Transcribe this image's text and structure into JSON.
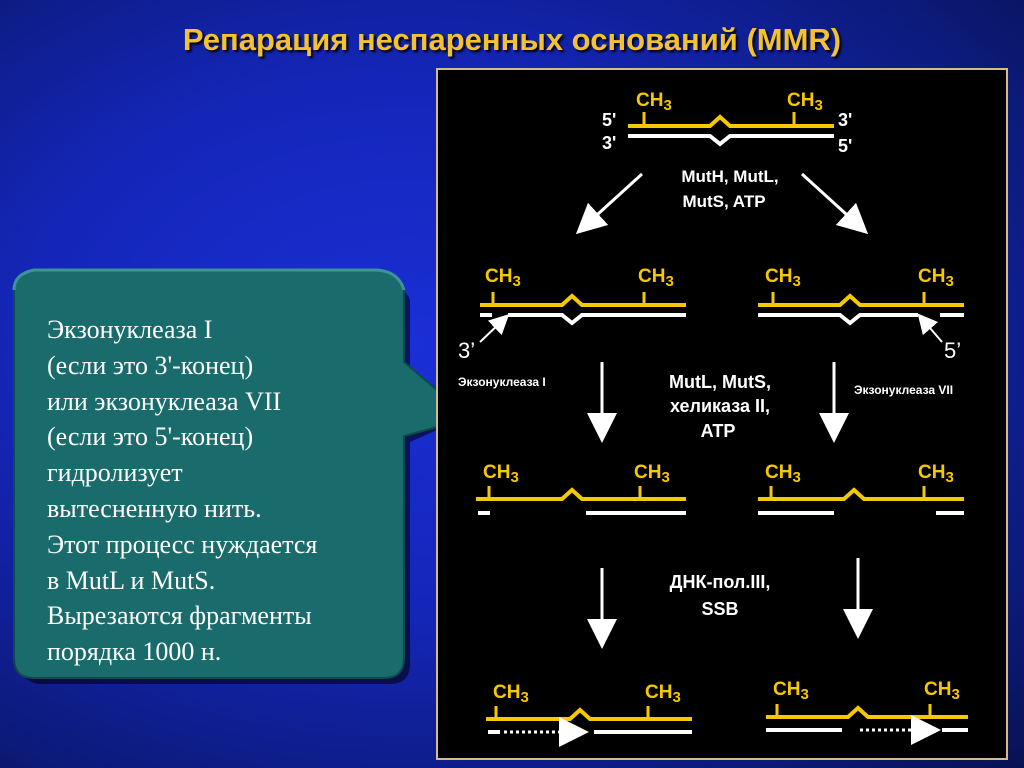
{
  "title": "Репарация неспаренных оснований (MMR)",
  "callout": {
    "lines": [
      "Экзонуклеаза I",
      "(если это 3'-конец)",
      "или экзонуклеаза VII",
      "(если это 5'-конец)",
      "гидролизует",
      "вытесненную нить.",
      "Этот процесс нуждается",
      "в MutL и MutS.",
      "Вырезаются фрагменты",
      "порядка 1000 н."
    ]
  },
  "diagram": {
    "ch": "CH",
    "ch_sub": "3",
    "top": {
      "left_top": "5'",
      "left_bottom": "3'",
      "right_top": "3'",
      "right_bottom": "5'"
    },
    "step1": {
      "line1": "MutH, MutL,",
      "line2": "MutS, ATP"
    },
    "end3": "3’",
    "end5": "5’",
    "exo_left": "Экзонуклеаза I",
    "exo_right": "Экзонуклеаза VII",
    "step2": {
      "line1": "MutL, MutS,",
      "line2": "хеликаза II,",
      "line3": "ATP"
    },
    "step3": {
      "line1": "ДНК-пол.III,",
      "line2": "SSB"
    }
  },
  "colors": {
    "title": "#f2c230",
    "strand_yellow": "#f5c800",
    "callout_fill": "#1a6b6b",
    "panel_border": "#d9b98a"
  }
}
